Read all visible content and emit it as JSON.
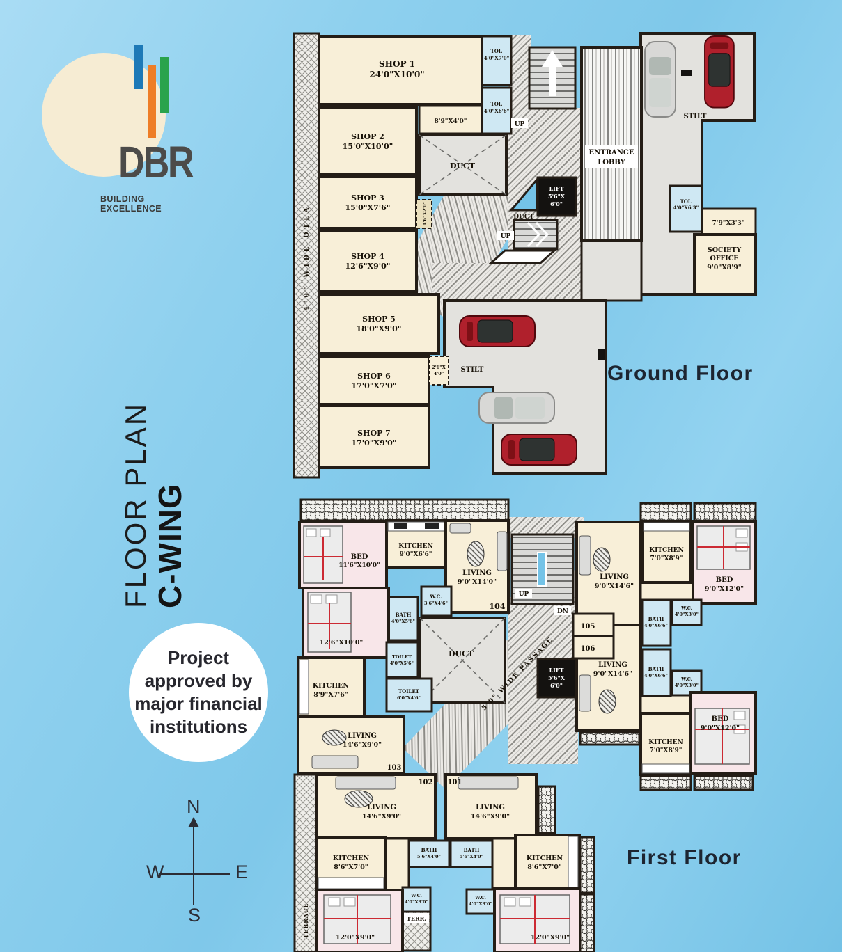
{
  "logo": {
    "name": "DBR",
    "tagline": "BUILDING EXCELLENCE",
    "bar_blue": "#1d79b7",
    "bar_orange": "#ee7d26",
    "bar_green": "#2aa34c"
  },
  "side_title": {
    "line1": "FLOOR PLAN",
    "line2": "C-WING"
  },
  "badge": {
    "line1": "Project",
    "line2": "approved by",
    "line3": "major financial",
    "line4": "institutions"
  },
  "compass": {
    "north": "N",
    "south": "S",
    "east": "E",
    "west": "W"
  },
  "ground_floor": {
    "title": "Ground Floor",
    "otla": "4'0\" WIDE OTLA",
    "shop1_name": "SHOP 1",
    "shop1_dim": "24'0\"X10'0\"",
    "shop2_name": "SHOP 2",
    "shop2_dim": "15'0\"X10'0\"",
    "shop3_name": "SHOP 3",
    "shop3_dim": "15'0\"X7'6\"",
    "shop4_name": "SHOP 4",
    "shop4_dim": "12'6\"X9'0\"",
    "shop5_name": "SHOP 5",
    "shop5_dim": "18'0\"X9'0\"",
    "shop6_name": "SHOP 6",
    "shop6_dim": "17'0\"X7'0\"",
    "shop7_name": "SHOP 7",
    "shop7_dim": "17'0\"X9'0\"",
    "toi1_name": "TOI.",
    "toi1_dim": "4'0\"X7'0\"",
    "toi2_name": "TOI.",
    "toi2_dim": "4'0\"X6'6\"",
    "toi3_name": "TOI.",
    "toi3_dim": "4'0\"X6'3\"",
    "store1_dim": "8'9\"X4'0\"",
    "store2_dim": "4'6\"X2'0\"",
    "store3_dim1": "2'6\"X",
    "store3_dim2": "4'0\"",
    "store4_dim": "7'9\"X3'3\"",
    "society_name1": "SOCIETY",
    "society_name2": "OFFICE",
    "society_dim": "9'0\"X8'9\"",
    "entrance1": "ENTRANCE",
    "entrance2": "LOBBY",
    "lift_name": "LIFT",
    "lift_dim1": "5'6\"X",
    "lift_dim2": "6'0\"",
    "duct1": "DUCT",
    "duct2": "DUCT",
    "stilt1": "STILT",
    "stilt2": "STILT",
    "up1": "UP",
    "up2": "UP"
  },
  "first_floor": {
    "title": "First Floor",
    "terrace": "TERRACE",
    "terr": "TERR.",
    "passage": "5'0\" WIDE PASSAGE",
    "up": "UP",
    "dn": "DN",
    "flat101": "101",
    "flat102": "102",
    "flat103": "103",
    "flat104": "104",
    "flat105": "105",
    "flat106": "106",
    "bed104_name": "BED",
    "bed104_dim": "11'6\"X10'0\"",
    "kitchen104_name": "KITCHEN",
    "kitchen104_dim": "9'0\"X6'6\"",
    "living104_name": "LIVING",
    "living104_dim": "9'0\"X14'0\"",
    "bed103_dim": "12'6\"X10'0\"",
    "bath103_name": "BATH",
    "bath103_dim": "4'0\"X5'6\"",
    "wc103_name": "W.C.",
    "wc103_dim": "3'6\"X4'6\"",
    "toilet103a_name": "TOILET",
    "toilet103a_dim": "4'0\"X5'6\"",
    "toilet103b_name": "TOILET",
    "toilet103b_dim": "6'0\"X4'6\"",
    "kitchen103_name": "KITCHEN",
    "kitchen103_dim": "8'9\"X7'6\"",
    "living103_name": "LIVING",
    "living103_dim": "14'6\"X9'0\"",
    "duct": "DUCT",
    "lift_name": "LIFT",
    "lift_dim1": "5'6\"X",
    "lift_dim2": "6'0\"",
    "living105_name": "LIVING",
    "living105_dim": "9'0\"X14'6\"",
    "living106_name": "LIVING",
    "living106_dim": "9'0\"X14'6\"",
    "kitchen105_name": "KITCHEN",
    "kitchen105_dim": "7'0\"X8'9\"",
    "kitchen106_name": "KITCHEN",
    "kitchen106_dim": "7'0\"X8'9\"",
    "bed105_name": "BED",
    "bed105_dim": "9'0\"X12'0\"",
    "bed106_name": "BED",
    "bed106_dim": "9'0\"X12'0\"",
    "bath105_name": "BATH",
    "bath105_dim": "4'0\"X6'6\"",
    "bath106_name": "BATH",
    "bath106_dim": "4'0\"X6'6\"",
    "wc105_name": "W.C.",
    "wc105_dim": "4'0\"X3'0\"",
    "wc106_name": "W.C.",
    "wc106_dim": "4'0\"X3'0\"",
    "living101_name": "LIVING",
    "living101_dim": "14'6\"X9'0\"",
    "living102_name": "LIVING",
    "living102_dim": "14'6\"X9'0\"",
    "bath101_name": "BATH",
    "bath101_dim": "5'6\"X4'0\"",
    "bath102_name": "BATH",
    "bath102_dim": "5'6\"X4'0\"",
    "wc101_name": "W.C.",
    "wc101_dim": "4'0\"X3'0\"",
    "wc102_name": "W.C.",
    "wc102_dim": "4'0\"X3'0\"",
    "kitchen101_name": "KITCHEN",
    "kitchen101_dim": "8'6\"X7'0\"",
    "kitchen102_name": "KITCHEN",
    "kitchen102_dim": "8'6\"X7'0\"",
    "bed101_dim": "12'0\"X9'0\"",
    "bed102_dim": "12'0\"X9'0\""
  }
}
